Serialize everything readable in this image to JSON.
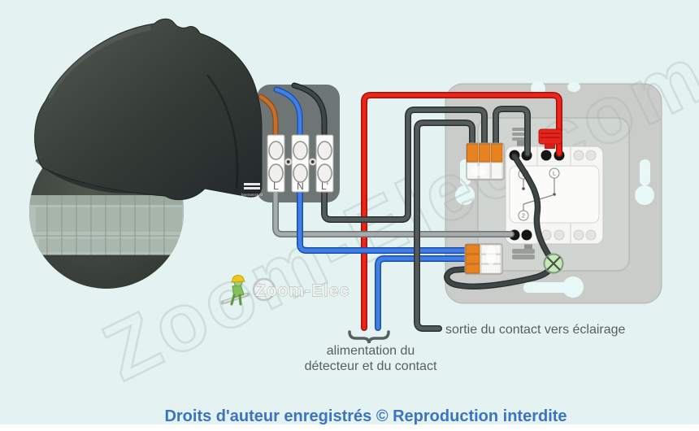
{
  "watermark": "Zoom-Elec.com",
  "logo": {
    "text": "Zoom-Elec"
  },
  "device": {
    "brand": "brennenstuhl"
  },
  "terminals": {
    "l": "L",
    "n": "N",
    "l2": "L'"
  },
  "switch_schematic": {
    "pos1": "1",
    "common": "L",
    "pos2": "2"
  },
  "labels": {
    "output": "sortie du contact vers éclairage",
    "supply_line1": "alimentation du",
    "supply_line2": "détecteur et du contact"
  },
  "footer": {
    "copyright": "Droits d'auteur enregistrés © Reproduction interdite"
  },
  "colors": {
    "background": "#e4f3f2",
    "wire_live_red": "#ee2417",
    "wire_neutral_blue": "#3f80e8",
    "wire_gray": "#a6acac",
    "wire_dark": "#545b5b",
    "wire_brown": "#c4702a",
    "wago_orange": "#e8821e",
    "lamp_green": "#c2ebb6",
    "copyright_blue": "#3b74c0"
  }
}
